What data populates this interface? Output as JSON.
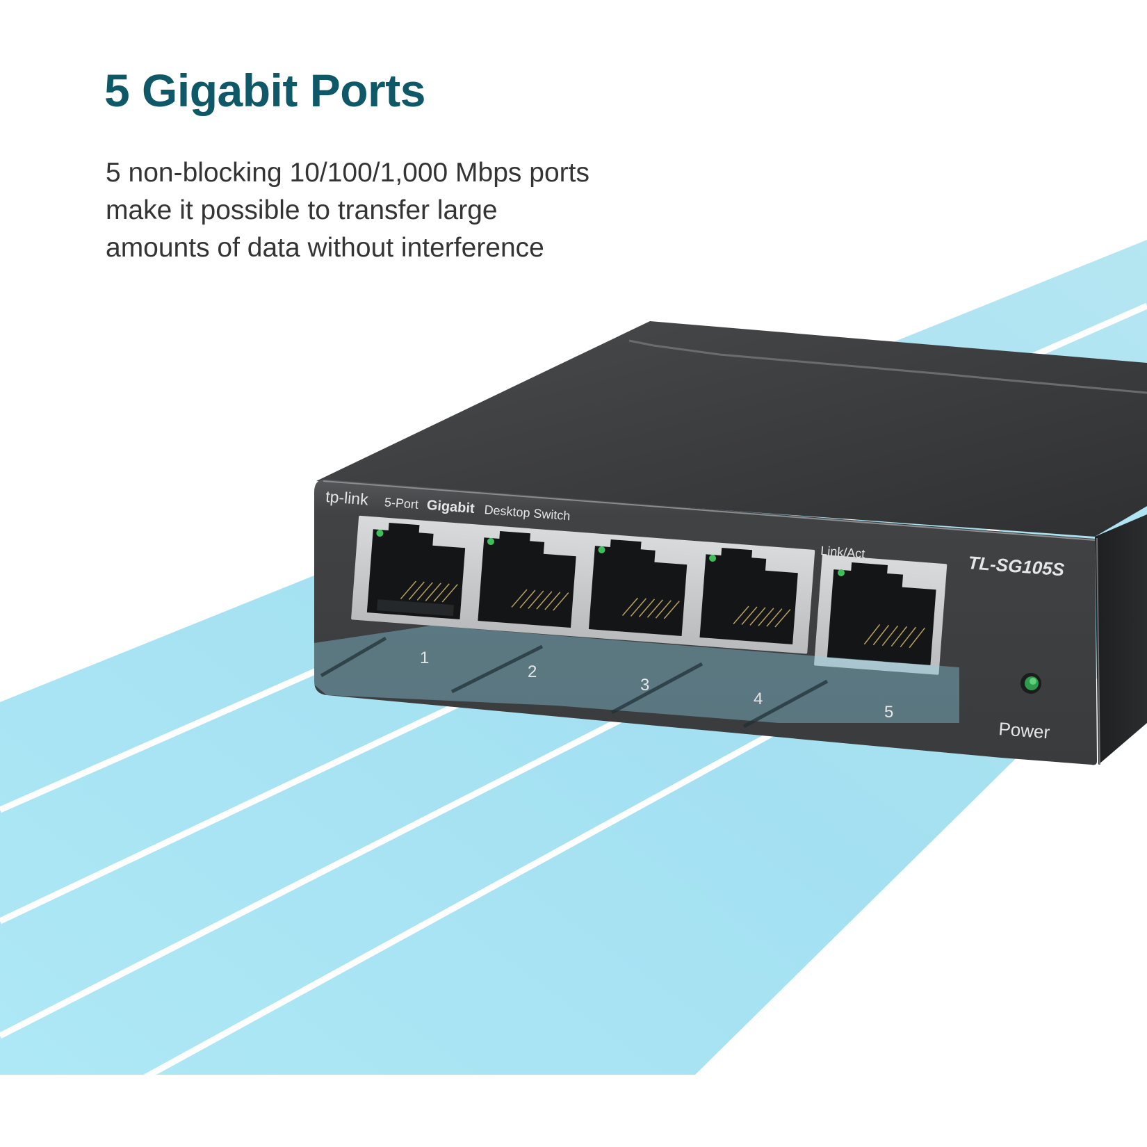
{
  "headline": "5 Gigabit Ports",
  "body_lines": [
    "5 non-blocking 10/100/1,000 Mbps ports",
    "make it possible to transfer large",
    "amounts of data without interference"
  ],
  "device": {
    "brand": "tp-link",
    "description_prefix": "5-Port",
    "description_bold": "Gigabit",
    "description_suffix": "Desktop Switch",
    "model": "TL-SG105S",
    "link_act_label": "Link/Act",
    "power_label": "Power",
    "ports": [
      {
        "number": "1",
        "led": "green"
      },
      {
        "number": "2",
        "led": "green"
      },
      {
        "number": "3",
        "led": "green"
      },
      {
        "number": "4",
        "led": "green"
      },
      {
        "number": "5",
        "led": "green"
      }
    ]
  },
  "colors": {
    "headline": "#0f5868",
    "body": "#343434",
    "stream": "#a6e3f3",
    "device_body": "#3e3f41",
    "led_green": "#3fbf5a"
  }
}
